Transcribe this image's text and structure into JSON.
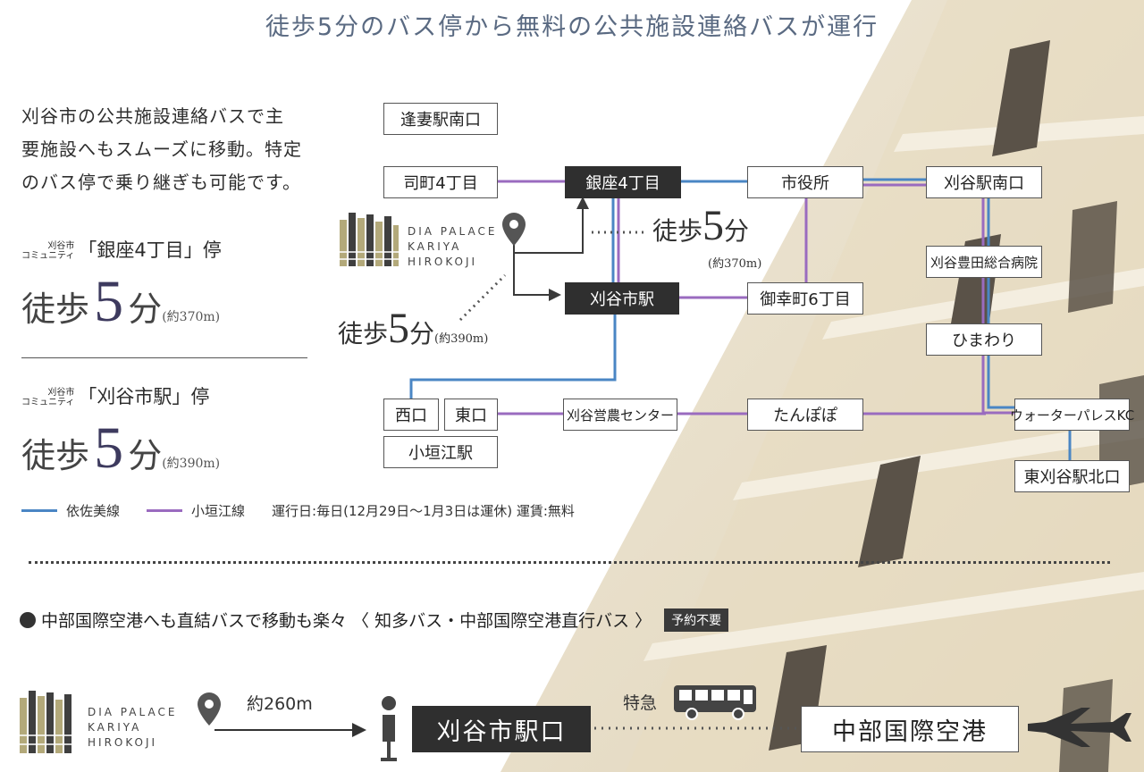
{
  "title": "徒歩5分のバス停から無料の公共施設連絡バスが運行",
  "intro": [
    "刈谷市の公共施設連絡バスで主",
    "要施設へもスムーズに移動。特定",
    "のバス停で乗り継ぎも可能です。"
  ],
  "stop1": {
    "prefix1": "刈谷市",
    "prefix2": "コミュニティ",
    "name": "「銀座4丁目」停",
    "walk": "徒歩",
    "num": "5",
    "unit": "分",
    "dist": "(約370m)"
  },
  "stop2": {
    "prefix1": "刈谷市",
    "prefix2": "コミュニティ",
    "name": "「刈谷市駅」停",
    "walk": "徒歩",
    "num": "5",
    "unit": "分",
    "dist": "(約390m)"
  },
  "map": {
    "stops": {
      "oitsuma": "逢妻駅南口",
      "tsukasa": "司町4丁目",
      "ginza": "銀座4丁目",
      "shiyakusho": "市役所",
      "kariyaminami": "刈谷駅南口",
      "toyota": "刈谷豊田総合病院",
      "kariyashi": "刈谷市駅",
      "miyuki": "御幸町6丁目",
      "himawari": "ひまわり",
      "nishi": "西口",
      "higashi": "東口",
      "eino": "刈谷営農センター",
      "tanpopo": "たんぽぽ",
      "water": "ウォーターパレスKC",
      "ogakie": "小垣江駅",
      "higashikariya": "東刈谷駅北口"
    },
    "walk_a": {
      "walk": "徒歩",
      "num": "5",
      "unit": "分",
      "dist": "(約370m)"
    },
    "walk_b": {
      "walk": "徒歩",
      "num": "5",
      "unit": "分",
      "dist": "(約390m)"
    },
    "logo": [
      "DIA PALACE",
      "KARIYA",
      "HIROKOJI"
    ]
  },
  "legend": {
    "line1": "依佐美線",
    "line2": "小垣江線",
    "info": "運行日:毎日(12月29日〜1月3日は運休) 運賃:無料"
  },
  "colors": {
    "blue": "#4a86c4",
    "purple": "#9a6bbf",
    "dark": "#2f2f2f"
  },
  "airport": {
    "text": "中部国際空港へも直結バスで移動も楽々 〈 知多バス・中部国際空港直行バス 〉",
    "tag": "予約不要",
    "logo": [
      "DIA PALACE",
      "KARIYA",
      "HIROKOJI"
    ],
    "distance": "約260m",
    "station": "刈谷市駅口",
    "express": "特急",
    "destination": "中部国際空港"
  }
}
